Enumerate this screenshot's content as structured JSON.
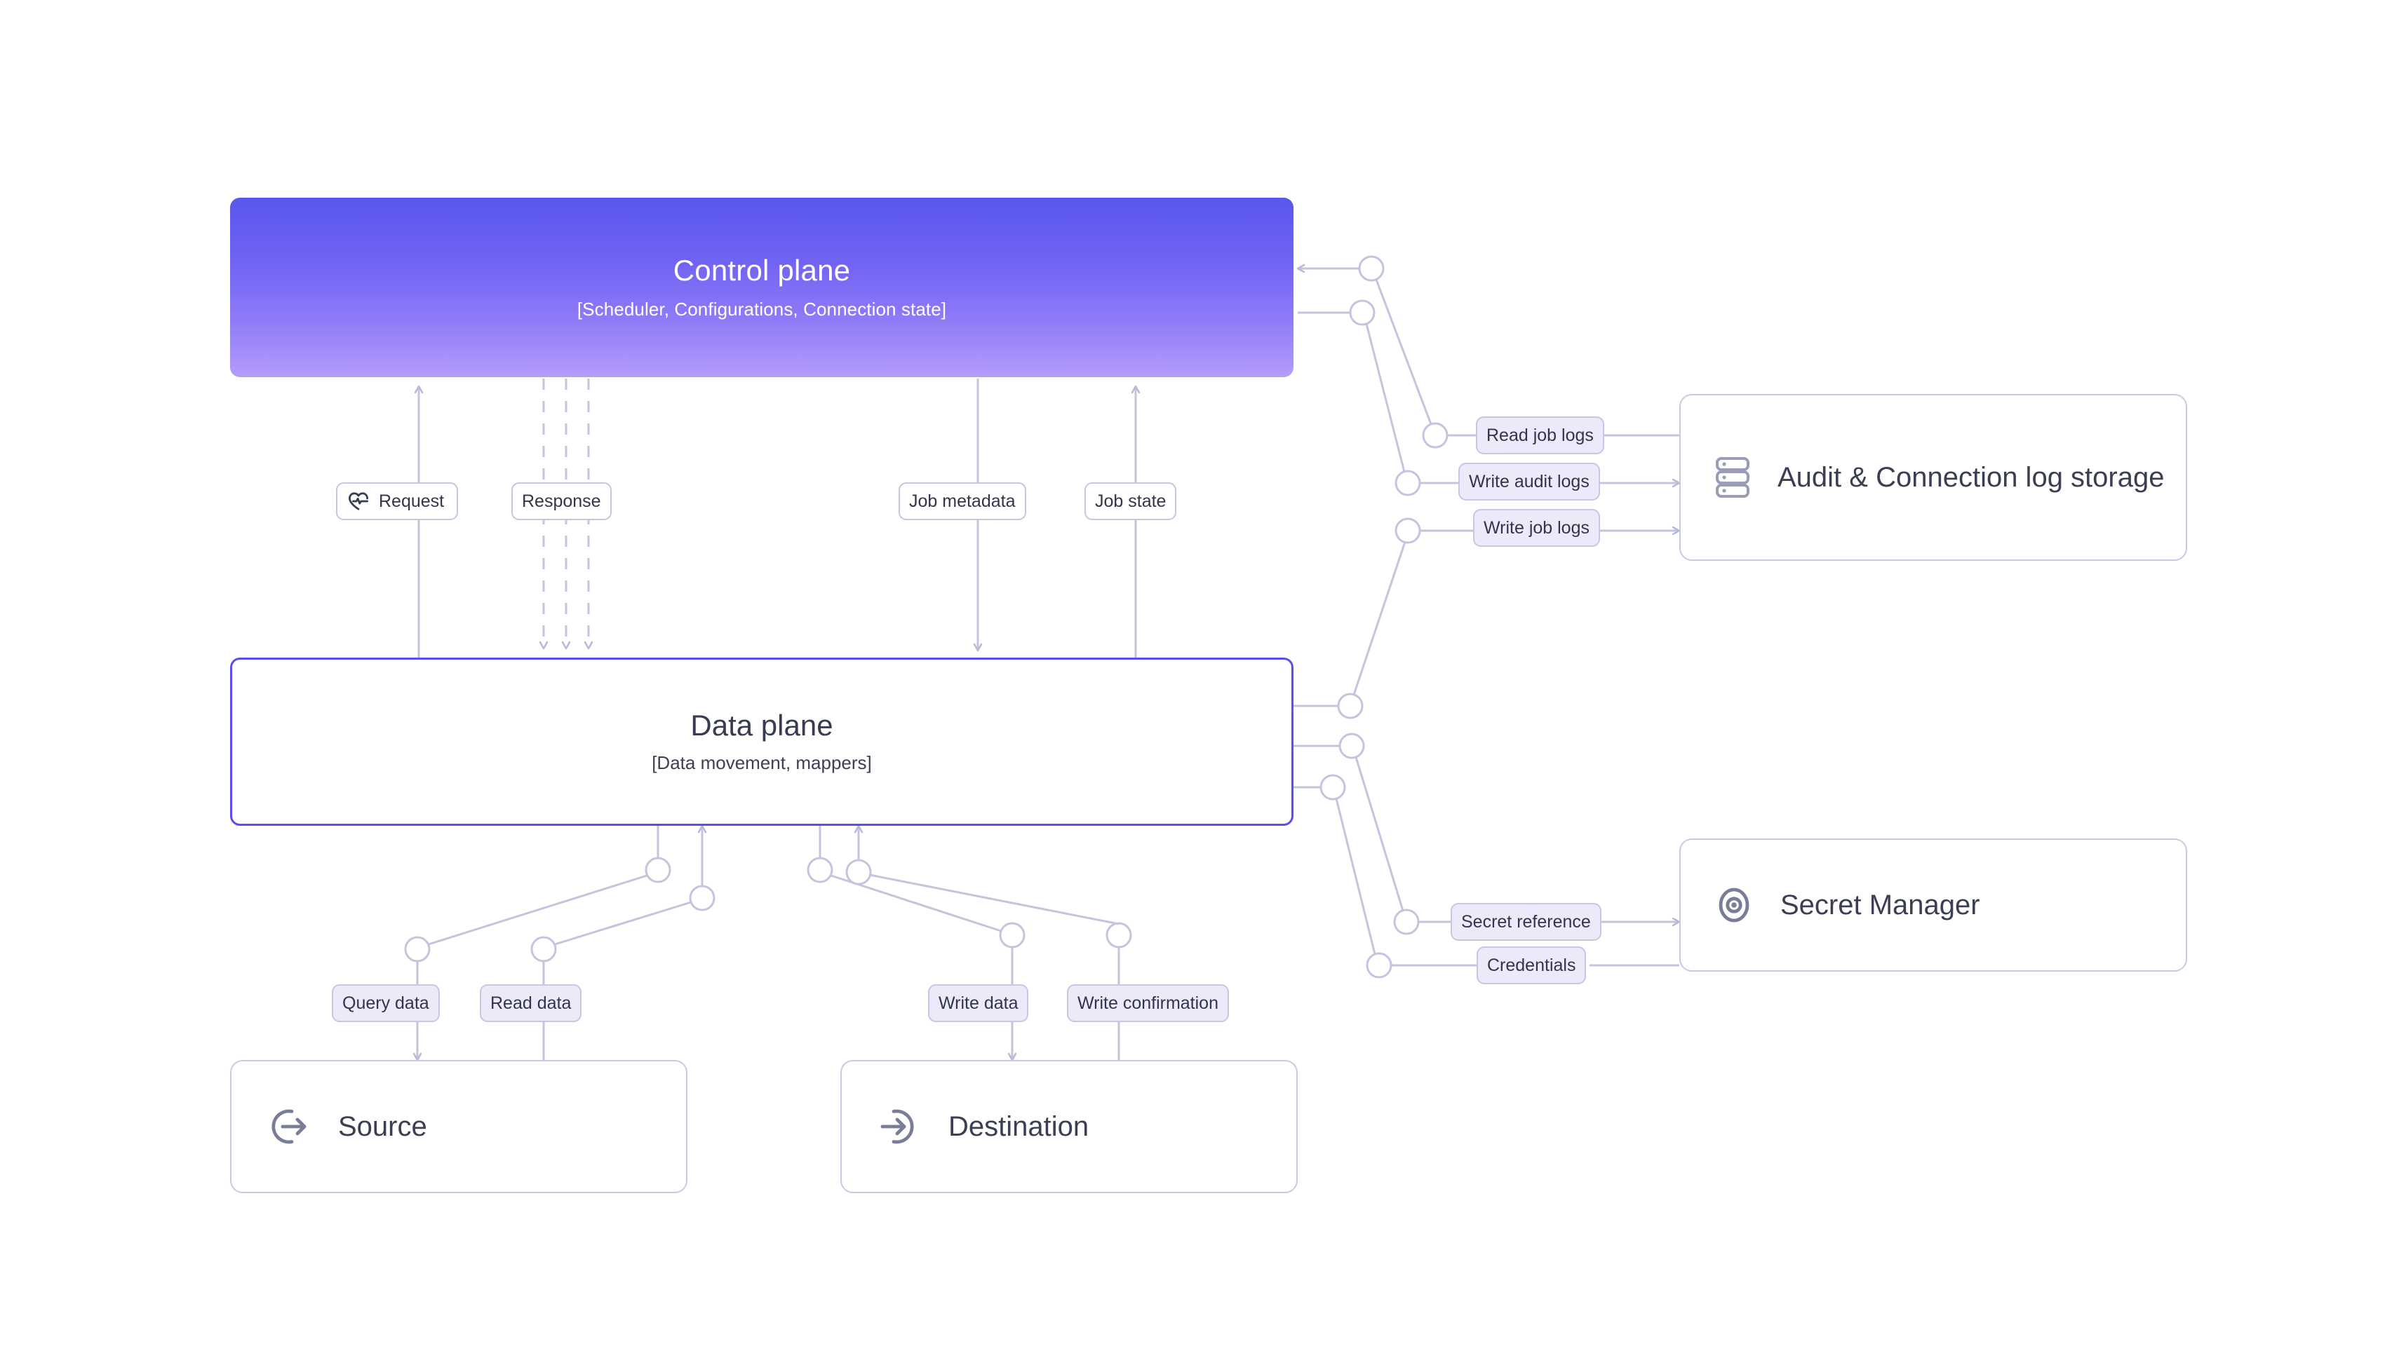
{
  "diagram": {
    "title": "Control plane / Data plane data movement architecture",
    "background_color": "#ffffff",
    "accent_color": "#5b4df0",
    "line_color": "#c3c4de",
    "chip_fill": "#eceaf8",
    "text_color": "#3c3e54"
  },
  "nodes": {
    "control_plane": {
      "title": "Control plane",
      "subtitle": "[Scheduler, Configurations, Connection state]",
      "gradient_from": "#5957ee",
      "gradient_to": "#b49cfb"
    },
    "data_plane": {
      "title": "Data plane",
      "subtitle": "[Data movement, mappers]",
      "border_color": "#5b4df0"
    },
    "audit_storage": {
      "label": "Audit & Connection log storage",
      "icon": "database-icon"
    },
    "secret_manager": {
      "label": "Secret Manager",
      "icon": "eye-target-icon"
    },
    "source": {
      "label": "Source",
      "icon": "arrow-out-circle-icon"
    },
    "destination": {
      "label": "Destination",
      "icon": "arrow-in-circle-icon"
    }
  },
  "edge_labels": {
    "request": "Request",
    "response": "Response",
    "job_metadata": "Job metadata",
    "job_state": "Job state",
    "read_job_logs": "Read job logs",
    "write_audit_logs": "Write audit logs",
    "write_job_logs": "Write job logs",
    "secret_reference": "Secret reference",
    "credentials": "Credentials",
    "query_data": "Query data",
    "read_data": "Read data",
    "write_data": "Write data",
    "write_confirmation": "Write confirmation"
  },
  "edges": [
    {
      "id": "request",
      "label": "Request",
      "from": "data_plane",
      "to": "control_plane",
      "style": "solid",
      "arrow": "to-control-plane"
    },
    {
      "id": "response",
      "label": "Response",
      "from": "control_plane",
      "to": "data_plane",
      "style": "dashed-triple",
      "arrow": "to-data-plane"
    },
    {
      "id": "job_metadata",
      "label": "Job metadata",
      "from": "control_plane",
      "to": "data_plane",
      "style": "solid",
      "arrow": "to-data-plane"
    },
    {
      "id": "job_state",
      "label": "Job state",
      "from": "data_plane",
      "to": "control_plane",
      "style": "solid",
      "arrow": "to-control-plane"
    },
    {
      "id": "read_job_logs",
      "label": "Read job logs",
      "from": "audit_storage",
      "to": "control_plane",
      "style": "solid",
      "arrow": "to-control-plane"
    },
    {
      "id": "write_audit_logs",
      "label": "Write audit logs",
      "from": "control_plane",
      "to": "audit_storage",
      "style": "solid",
      "arrow": "to-audit-storage"
    },
    {
      "id": "write_job_logs",
      "label": "Write job logs",
      "from": "data_plane",
      "to": "audit_storage",
      "style": "solid",
      "arrow": "to-audit-storage"
    },
    {
      "id": "secret_reference",
      "label": "Secret reference",
      "from": "data_plane",
      "to": "secret_manager",
      "style": "solid",
      "arrow": "to-secret-manager"
    },
    {
      "id": "credentials",
      "label": "Credentials",
      "from": "secret_manager",
      "to": "data_plane",
      "style": "solid",
      "arrow": "to-data-plane"
    },
    {
      "id": "query_data",
      "label": "Query data",
      "from": "data_plane",
      "to": "source",
      "style": "solid",
      "arrow": "to-source"
    },
    {
      "id": "read_data",
      "label": "Read data",
      "from": "source",
      "to": "data_plane",
      "style": "solid",
      "arrow": "to-data-plane"
    },
    {
      "id": "write_data",
      "label": "Write data",
      "from": "data_plane",
      "to": "destination",
      "style": "solid",
      "arrow": "to-destination"
    },
    {
      "id": "write_confirmation",
      "label": "Write confirmation",
      "from": "destination",
      "to": "data_plane",
      "style": "solid",
      "arrow": "to-data-plane"
    }
  ]
}
